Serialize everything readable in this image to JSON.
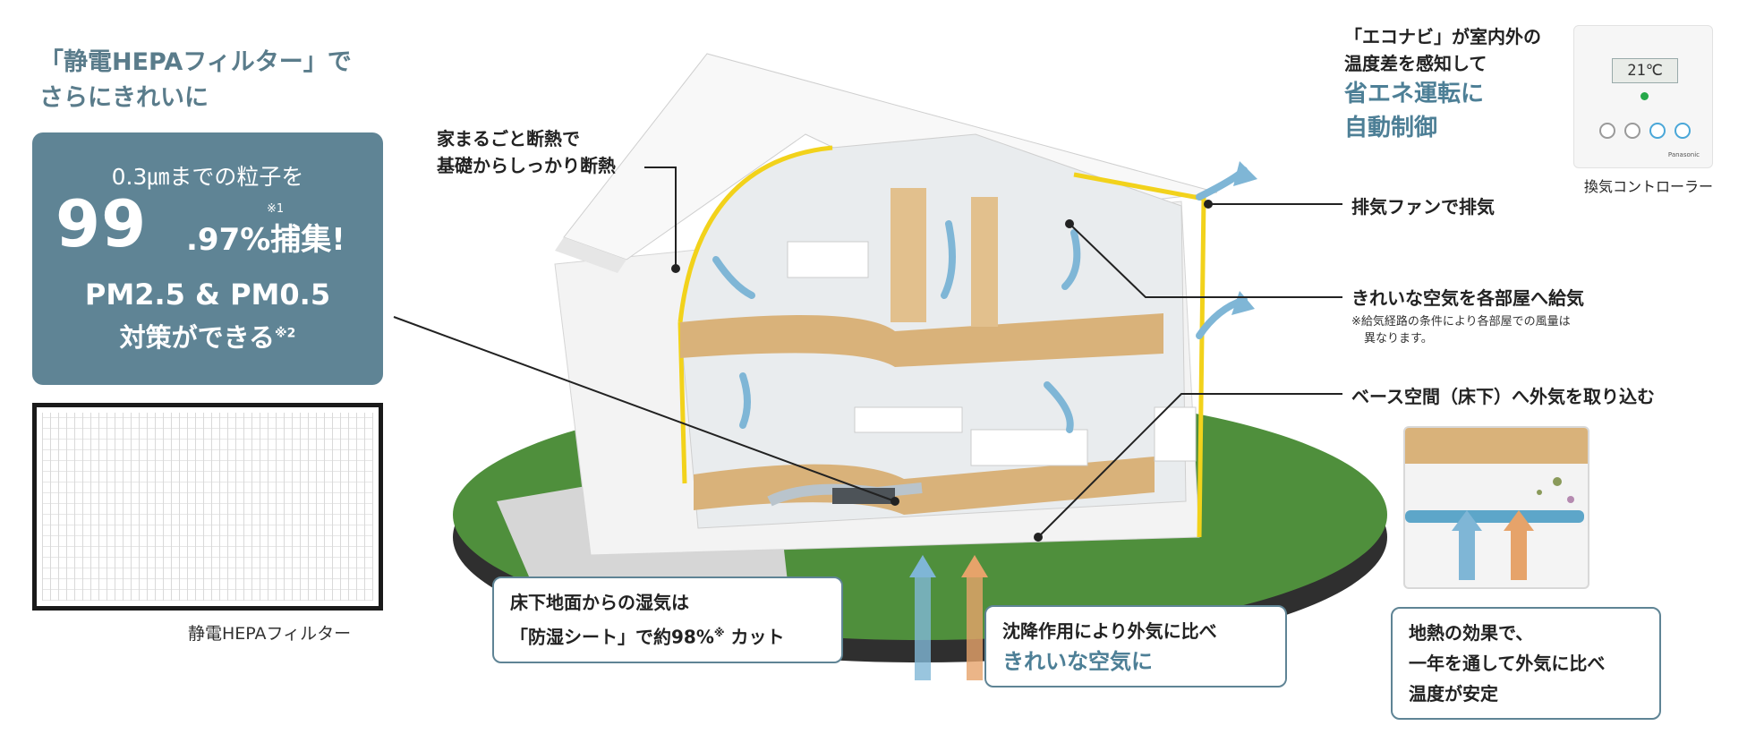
{
  "hepa": {
    "heading_line1": "「静電HEPAフィルター」で",
    "heading_line2": "さらにきれいに",
    "particle_line": "0.3㎛までの粒子を",
    "capture_big": "99",
    "capture_rest": ".97%捕集!",
    "note1": "※1",
    "pm_line": "PM2.5 & PM0.5",
    "measure_line": "対策ができる",
    "note2": "※2",
    "filter_caption": "静電HEPAフィルター"
  },
  "callouts": {
    "insulation_line1": "家まるごと断熱で",
    "insulation_line2": "基礎からしっかり断熱",
    "econavi_line1": "「エコナビ」が室内外の",
    "econavi_line2": "温度差を感知して",
    "econavi_accent1": "省エネ運転に",
    "econavi_accent2": "自動制御",
    "controller_caption": "換気コントローラー",
    "controller_display": "21℃",
    "controller_brand": "Panasonic",
    "exhaust": "排気ファンで排気",
    "supply": "きれいな空気を各部屋へ給気",
    "supply_note_line1": "※給気経路の条件により各部屋での風量は",
    "supply_note_line2": "異なります。",
    "intake": "ベース空間（床下）へ外気を取り込む"
  },
  "bubbles": {
    "moisture_line1": "床下地面からの湿気は",
    "moisture_line2": "「防湿シート」で約98%",
    "moisture_note": "※",
    "moisture_tail": " カット",
    "settle_line1": "沈降作用により外気に比べ",
    "settle_accent": "きれいな空気に",
    "geo_line1": "地熱の効果で、",
    "geo_line2": "一年を通して外気に比べ",
    "geo_line3": "温度が安定"
  },
  "colors": {
    "accent": "#5f8495",
    "accent_text": "#4d7f96",
    "insulation": "#f2d21b",
    "airflow": "#7fb6d6",
    "warm_air": "#e6a36a",
    "grass": "#4f8f3c"
  }
}
